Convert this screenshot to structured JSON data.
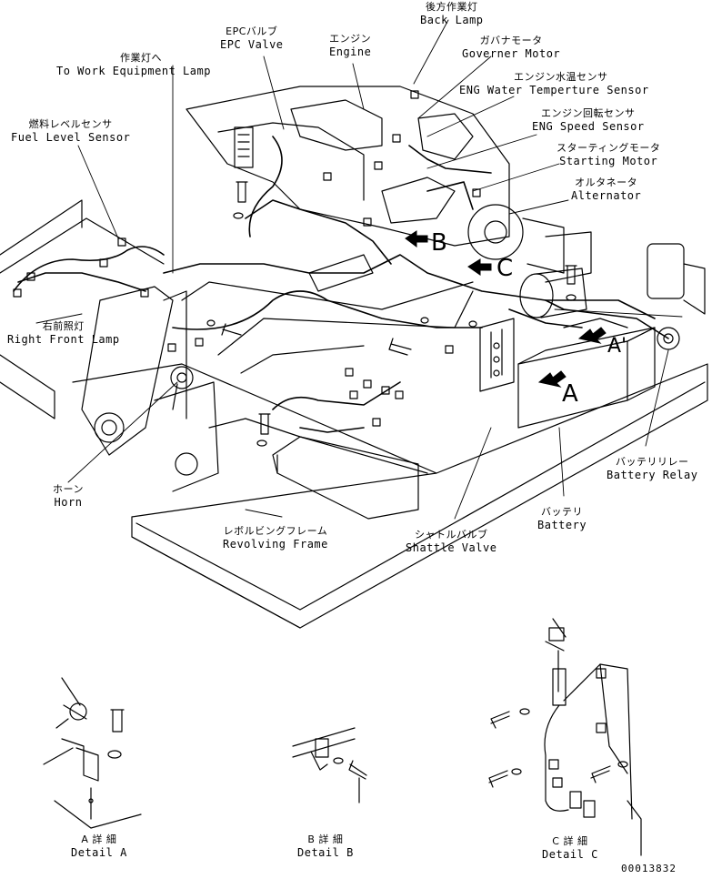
{
  "labels": {
    "back_lamp": {
      "jp": "後方作業灯",
      "en": "Back Lamp"
    },
    "epc_valve": {
      "jp": "EPCバルブ",
      "en": "EPC Valve"
    },
    "engine": {
      "jp": "エンジン",
      "en": "Engine"
    },
    "governor_motor": {
      "jp": "ガバナモータ",
      "en": "Governer Motor"
    },
    "to_work_equipment_lamp": {
      "jp": "作業灯へ",
      "en": "To Work Equipment Lamp"
    },
    "eng_water_temp_sensor": {
      "jp": "エンジン水温センサ",
      "en": "ENG Water Temperture Sensor"
    },
    "fuel_level_sensor": {
      "jp": "燃料レベルセンサ",
      "en": "Fuel Level Sensor"
    },
    "eng_speed_sensor": {
      "jp": "エンジン回転センサ",
      "en": "ENG Speed Sensor"
    },
    "starting_motor": {
      "jp": "スターティングモータ",
      "en": "Starting Motor"
    },
    "alternator": {
      "jp": "オルタネータ",
      "en": "Alternator"
    },
    "right_front_lamp": {
      "jp": "右前照灯",
      "en": "Right Front Lamp"
    },
    "horn": {
      "jp": "ホーン",
      "en": "Horn"
    },
    "battery_relay": {
      "jp": "バッテリリレー",
      "en": "Battery Relay"
    },
    "battery": {
      "jp": "バッテリ",
      "en": "Battery"
    },
    "revolving_frame": {
      "jp": "レボルビングフレーム",
      "en": "Revolving Frame"
    },
    "shattle_valve": {
      "jp": "シャトルバルブ",
      "en": "Shattle Valve"
    }
  },
  "details": {
    "a": {
      "jp": "A 詳 細",
      "en": "Detail A"
    },
    "b": {
      "jp": "B 詳 細",
      "en": "Detail B"
    },
    "c": {
      "jp": "C 詳 細",
      "en": "Detail C"
    }
  },
  "view_markers": {
    "a": "A",
    "b": "B",
    "c": "C",
    "a_prime": "A'"
  },
  "drawing_number": "00013832"
}
